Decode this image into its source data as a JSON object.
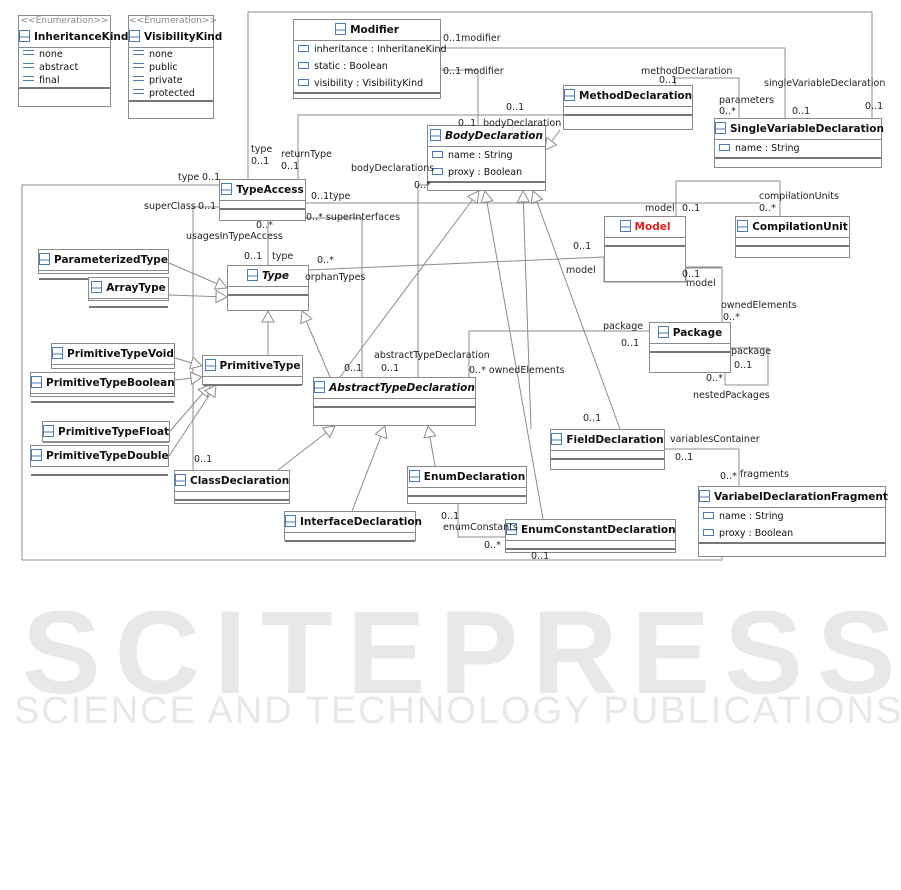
{
  "watermark": {
    "line1": "SCITEPRESS",
    "line2": "SCIENCE AND TECHNOLOGY PUBLICATIONS"
  },
  "classes": [
    {
      "id": "InheritanceKind",
      "stereotype": "<<Enumeration>>",
      "name": "InheritanceKind",
      "kind": "enum",
      "literals": [
        "none",
        "abstract",
        "final"
      ]
    },
    {
      "id": "VisibilityKind",
      "stereotype": "<<Enumeration>>",
      "name": "VisibilityKind",
      "kind": "enum",
      "literals": [
        "none",
        "public",
        "private",
        "protected"
      ]
    },
    {
      "id": "Modifier",
      "name": "Modifier",
      "attributes": [
        "inheritance : InheritaneKind",
        "static : Boolean",
        "visibility : VisibilityKind"
      ]
    },
    {
      "id": "MethodDeclaration",
      "name": "MethodDeclaration",
      "attributes": []
    },
    {
      "id": "SingleVariableDeclaration",
      "name": "SingleVariableDeclaration",
      "attributes": [
        "name : String"
      ]
    },
    {
      "id": "BodyDeclaration",
      "name": "BodyDeclaration",
      "abstract": true,
      "attributes": [
        "name : String",
        "proxy : Boolean"
      ]
    },
    {
      "id": "TypeAccess",
      "name": "TypeAccess",
      "attributes": []
    },
    {
      "id": "Model",
      "name": "Model",
      "highlight": "#e02020",
      "attributes": []
    },
    {
      "id": "CompilationUnit",
      "name": "CompilationUnit",
      "attributes": []
    },
    {
      "id": "ParameterizedType",
      "name": "ParameterizedType",
      "attributes": []
    },
    {
      "id": "ArrayType",
      "name": "ArrayType",
      "attributes": []
    },
    {
      "id": "Type",
      "name": "Type",
      "abstract": true,
      "attributes": []
    },
    {
      "id": "Package",
      "name": "Package",
      "attributes": []
    },
    {
      "id": "PrimitiveTypeVoid",
      "name": "PrimitiveTypeVoid",
      "attributes": []
    },
    {
      "id": "PrimitiveType",
      "name": "PrimitiveType",
      "attributes": []
    },
    {
      "id": "PrimitiveTypeBoolean",
      "name": "PrimitiveTypeBoolean",
      "attributes": []
    },
    {
      "id": "AbstractTypeDeclaration",
      "name": "AbstractTypeDeclaration",
      "abstract": true,
      "attributes": []
    },
    {
      "id": "FieldDeclaration",
      "name": "FieldDeclaration",
      "attributes": []
    },
    {
      "id": "PrimitiveTypeFloat",
      "name": "PrimitiveTypeFloat",
      "attributes": []
    },
    {
      "id": "PrimitiveTypeDouble",
      "name": "PrimitiveTypeDouble",
      "attributes": []
    },
    {
      "id": "ClassDeclaration",
      "name": "ClassDeclaration",
      "attributes": []
    },
    {
      "id": "EnumDeclaration",
      "name": "EnumDeclaration",
      "attributes": []
    },
    {
      "id": "InterfaceDeclaration",
      "name": "InterfaceDeclaration",
      "attributes": []
    },
    {
      "id": "EnumConstantDeclaration",
      "name": "EnumConstantDeclaration",
      "attributes": []
    },
    {
      "id": "VariabelDeclarationFragment",
      "name": "VariabelDeclarationFragment",
      "attributes": [
        "name : String",
        "proxy : Boolean"
      ]
    }
  ],
  "labels": [
    "0..1modifier",
    "0..1 modifier",
    "methodDeclaration",
    "0..1",
    "singleVariableDeclaration",
    "parameters",
    "0..*",
    "0..1",
    "0..1",
    "0..1",
    "0..1",
    "bodyDeclaration",
    "type",
    "0..1",
    "returnType",
    "0..1",
    "bodyDeclarations",
    "0..*",
    "type",
    "0..1",
    "0..1type",
    "superClass",
    "0..1",
    "0..* superInterfaces",
    "0..*",
    "usagesInTypeAccess",
    "0..1",
    "type",
    "0..*",
    "orphanTypes",
    "model",
    "0..1",
    "compilationUnits",
    "0..*",
    "0..1",
    "model",
    "0..1",
    "model",
    "ownedElements",
    "0..*",
    "package",
    "0..1",
    "package",
    "0..1",
    "0..*",
    "nestedPackages",
    "abstractTypeDeclaration",
    "0..1",
    "0..1",
    "0..* ownedElements",
    "0..1",
    "variablesContainer",
    "0..1",
    "0..*",
    "fragments",
    "0..1",
    "0..1",
    "enumConstants",
    "0..*",
    "0..1"
  ]
}
